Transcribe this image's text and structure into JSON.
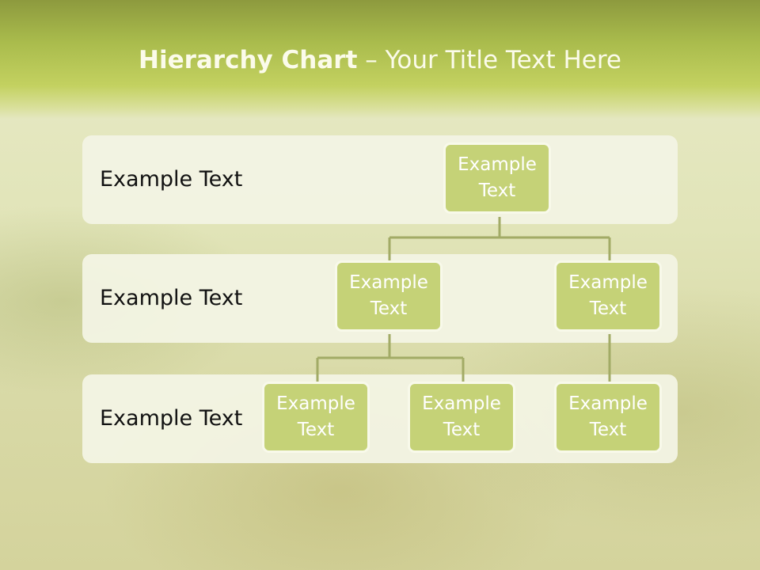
{
  "title": {
    "bold": "Hierarchy Chart",
    "rest": " – Your Title Text Here"
  },
  "rows": [
    {
      "label": "Example Text"
    },
    {
      "label": "Example Text"
    },
    {
      "label": "Example Text"
    }
  ],
  "nodes": {
    "root": "Example Text",
    "level2_left": "Example Text",
    "level2_right": "Example Text",
    "level3_left": "Example Text",
    "level3_middle": "Example Text",
    "level3_right": "Example Text"
  },
  "colors": {
    "title_band": "#a9bb4c",
    "node_fill": "#c5d277",
    "connector": "#a2ab66",
    "band_fill": "#f3f4e3"
  }
}
